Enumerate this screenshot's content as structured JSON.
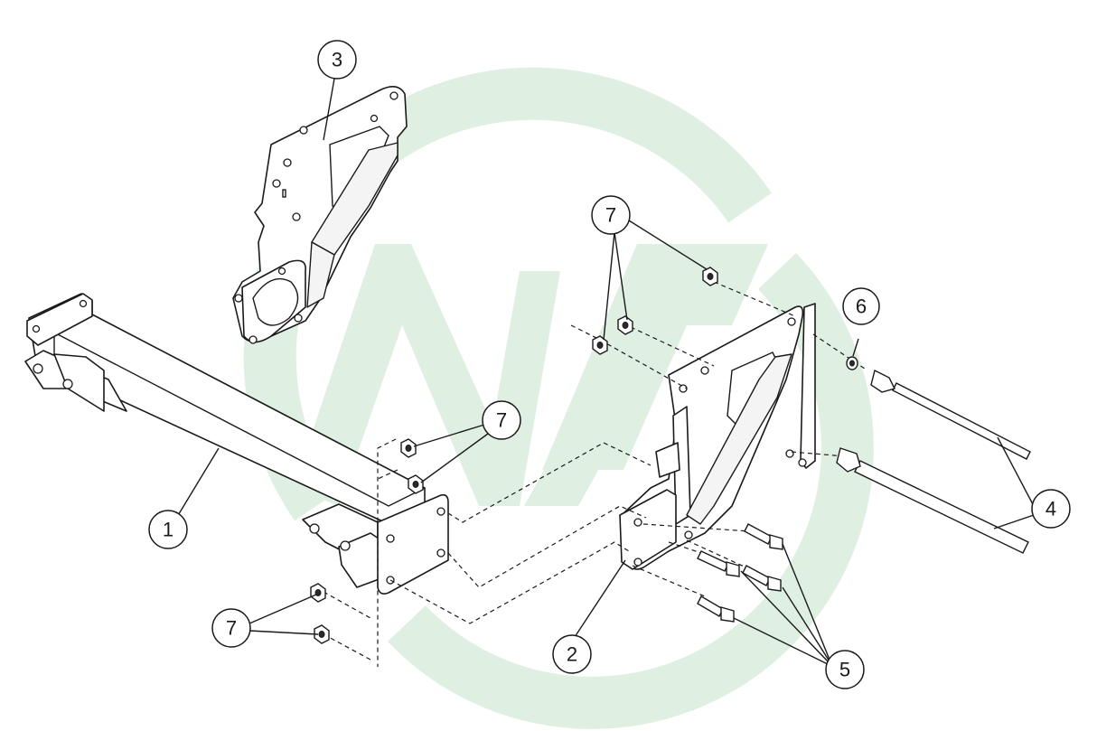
{
  "callouts": {
    "c1": "1",
    "c2": "2",
    "c3": "3",
    "c4": "4",
    "c5": "5",
    "c6": "6",
    "c7a": "7",
    "c7b": "7",
    "c7c": "7"
  },
  "colors": {
    "watermark": "#dff0e3",
    "line": "#1a1a1a",
    "background": "#ffffff"
  },
  "watermark": {
    "icon": "nh-logo-watermark"
  }
}
